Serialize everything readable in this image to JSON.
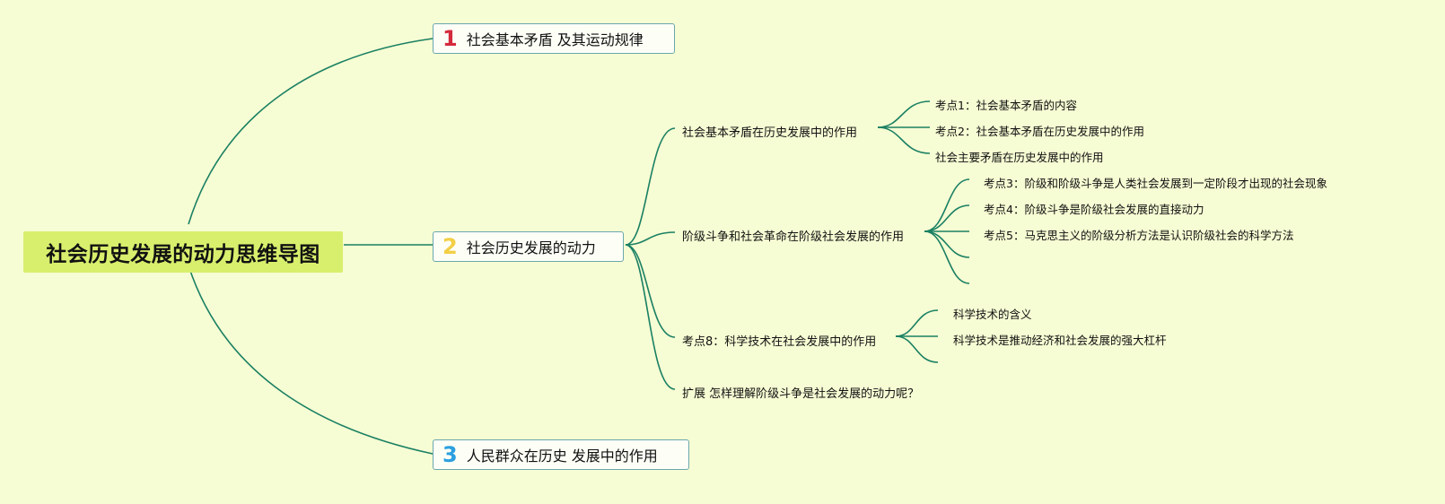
{
  "colors": {
    "background": "#f6fcd3",
    "central_fill": "#d7ef6d",
    "line": "#1a8063",
    "num1": "#d42a3c",
    "num2": "#f3cf45",
    "num3": "#2b9fe0"
  },
  "central": {
    "title": "社会历史发展的动力思维导图"
  },
  "branches": [
    {
      "num": "1",
      "label": "社会基本矛盾 及其运动规律"
    },
    {
      "num": "2",
      "label": "社会历史发展的动力"
    },
    {
      "num": "3",
      "label": "人民群众在历史 发展中的作用"
    }
  ],
  "subtopics": [
    {
      "label": "社会基本矛盾在历史发展中的作用",
      "leaves": [
        "考点1：社会基本矛盾的内容",
        "考点2：社会基本矛盾在历史发展中的作用",
        "社会主要矛盾在历史发展中的作用"
      ]
    },
    {
      "label": "阶级斗争和社会革命在阶级社会发展的作用",
      "leaves": [
        "考点3：阶级和阶级斗争是人类社会发展到一定阶段才出现的社会现象",
        "考点4：阶级斗争是阶级社会发展的直接动力",
        "考点5：马克思主义的阶级分析方法是认识阶级社会的科学方法",
        "",
        ""
      ]
    },
    {
      "label": "考点8：科学技术在社会发展中的作用",
      "leaves": [
        "科学技术的含义",
        "科学技术是推动经济和社会发展的强大杠杆",
        ""
      ]
    },
    {
      "label": "扩展 怎样理解阶级斗争是社会发展的动力呢？",
      "leaves": []
    }
  ]
}
